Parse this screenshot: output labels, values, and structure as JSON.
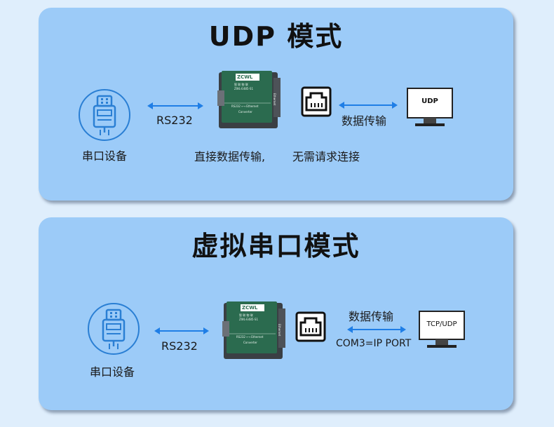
{
  "udp_panel": {
    "title": "UDP 模式",
    "serial_label": "串口设备",
    "rs232_label": "RS232",
    "transfer_label": "数据传输",
    "monitor_text": "UDP",
    "caption_left": "直接数据传输,",
    "caption_right": "无需请求连接"
  },
  "vcom_panel": {
    "title": "虚拟串口模式",
    "serial_label": "串口设备",
    "rs232_label": "RS232",
    "transfer_label": "数据传输",
    "mapping_label": "COM3=IP PORT",
    "monitor_text": "TCP/UDP"
  },
  "device": {
    "brand": "ZCWL",
    "brand_sub": "智 联 物 联",
    "model": "ZWL-E485-S1",
    "front_text": "RS232 ⟷ Ethernet",
    "converter_text": "Converter",
    "side_text": "Ethernet"
  },
  "colors": {
    "card_bg": "#9ccbf8",
    "page_bg": "#dfeefc",
    "arrow": "#1f7ee6",
    "icon_blue": "#2a7fd4",
    "device_green": "#2b6b4f"
  }
}
